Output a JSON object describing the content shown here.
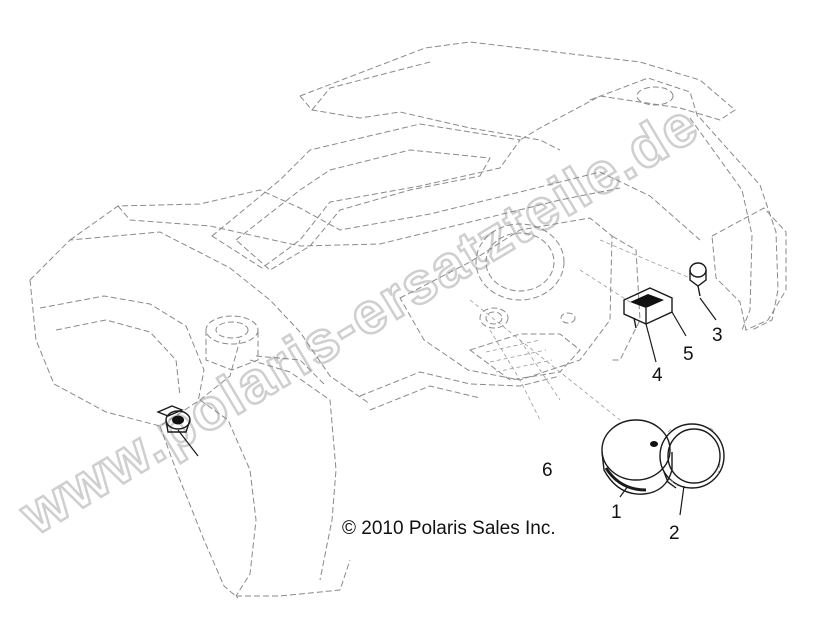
{
  "copyright": "© 2010 Polaris Sales Inc.",
  "watermark": "www.polaris-ersatzteile.de",
  "callouts": {
    "c1": "1",
    "c2": "2",
    "c3": "3",
    "c4": "4",
    "c5": "5",
    "c6": "6"
  },
  "parts": {
    "p1": "gauge-housing",
    "p2": "gauge-bezel-ring",
    "p3": "indicator-bulb",
    "p4": "switch-connector",
    "p5": "rocker-switch",
    "p6": "ignition-switch"
  },
  "colors": {
    "line": "#1a1a1a",
    "dashed": "#8a8a8a",
    "watermark": "#cfcfcf"
  }
}
